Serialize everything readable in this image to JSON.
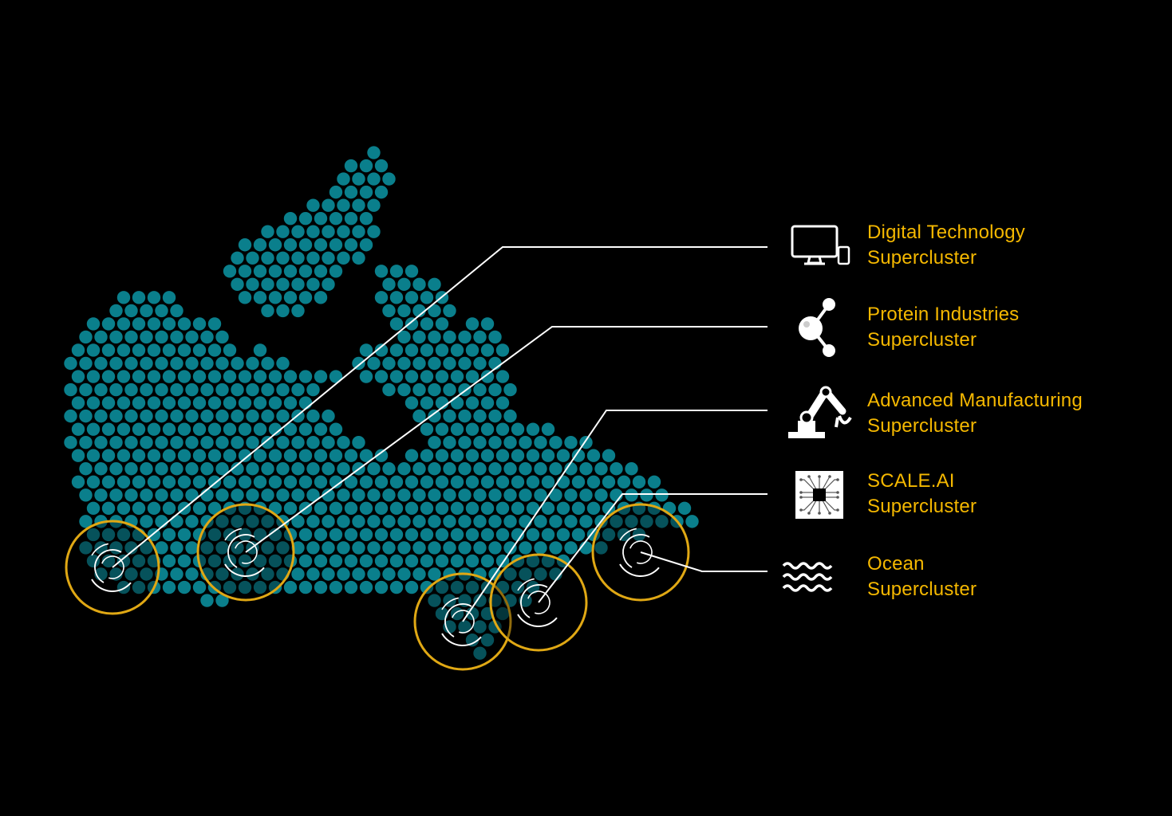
{
  "colors": {
    "background": "#000000",
    "dot": "#0a7f8c",
    "ring": "#e0a814",
    "label": "#f5b800",
    "line": "#ffffff"
  },
  "superclusters": [
    {
      "name": "Digital Technology",
      "type": "Supercluster",
      "icon": "computer-monitor-icon"
    },
    {
      "name": "Protein Industries",
      "type": "Supercluster",
      "icon": "molecule-icon"
    },
    {
      "name": "Advanced Manufacturing",
      "type": "Supercluster",
      "icon": "robot-arm-icon"
    },
    {
      "name": "SCALE.AI",
      "type": "Supercluster",
      "icon": "ai-chip-icon"
    },
    {
      "name": "Ocean",
      "type": "Supercluster",
      "icon": "waves-icon"
    }
  ]
}
